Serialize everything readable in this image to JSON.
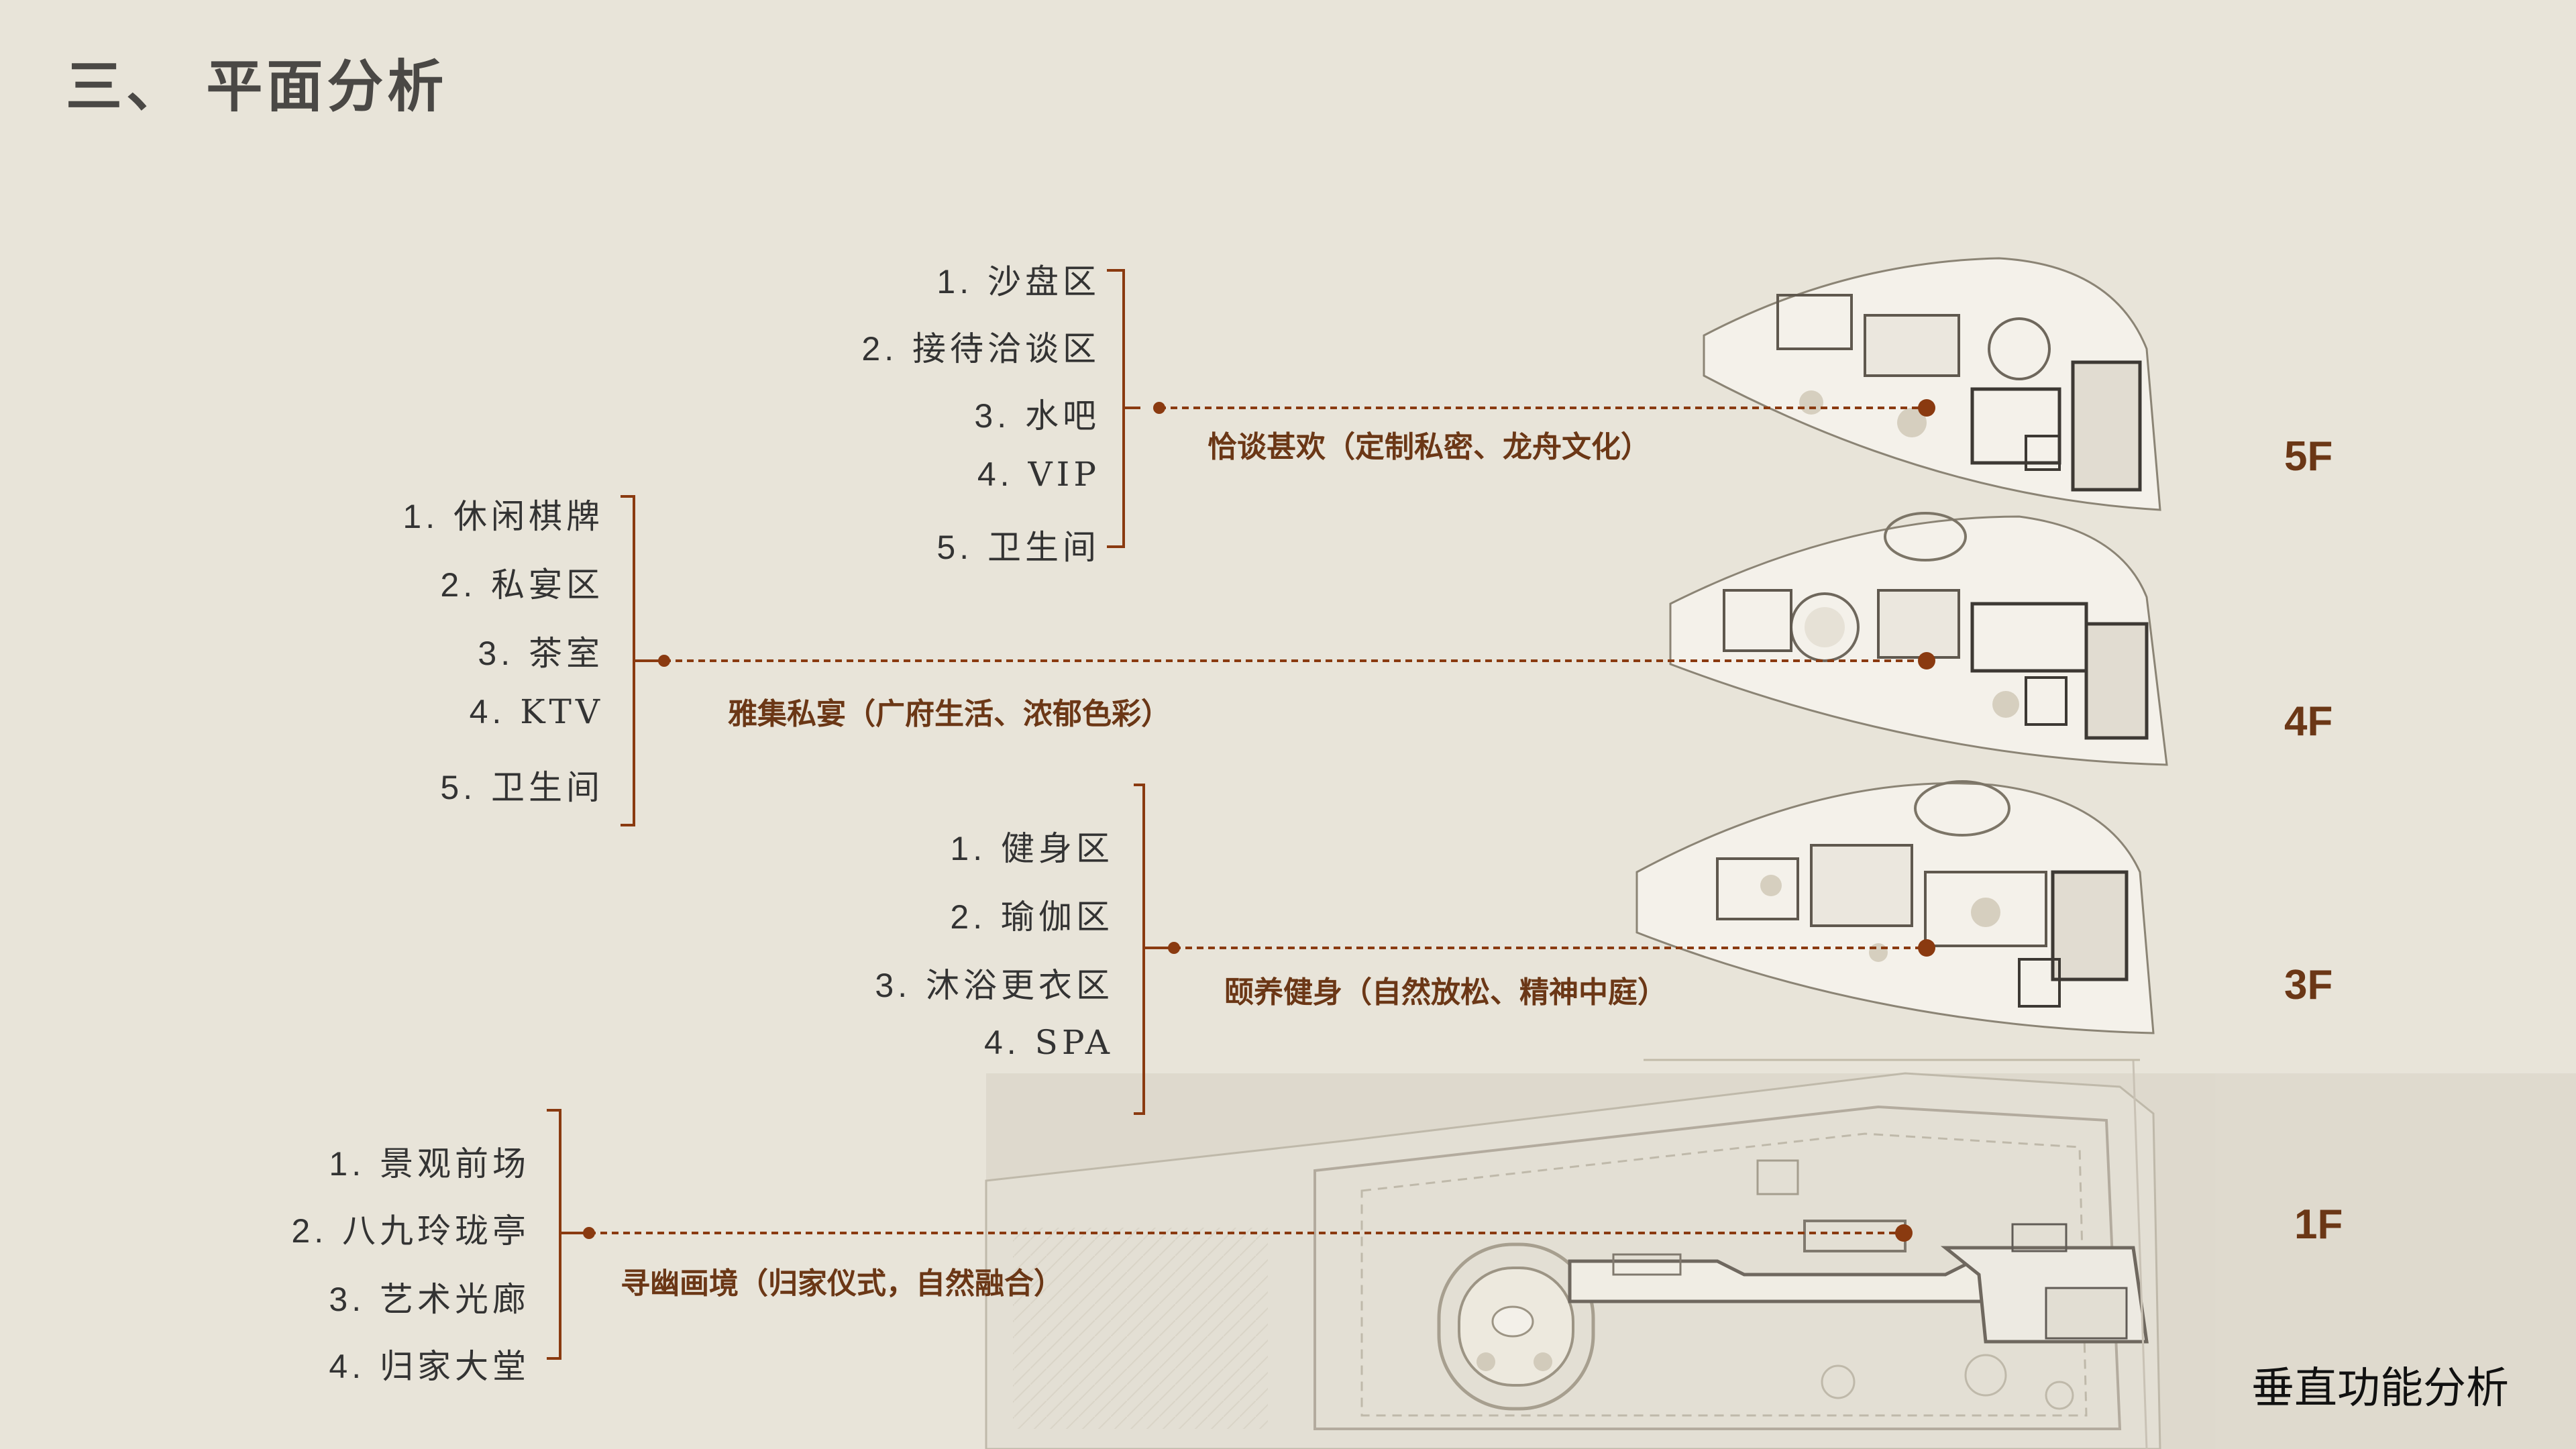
{
  "title": "三、 平面分析",
  "footer": "垂直功能分析",
  "floors": [
    {
      "label": "5F",
      "caption": "恰谈甚欢（定制私密、龙舟文化）",
      "items": [
        {
          "num": "1.",
          "text": "沙盘区"
        },
        {
          "num": "2.",
          "text": "接待洽谈区"
        },
        {
          "num": "3.",
          "text": "水吧"
        },
        {
          "num": "4.",
          "text": "VIP"
        },
        {
          "num": "5.",
          "text": "卫生间"
        }
      ]
    },
    {
      "label": "4F",
      "caption": "雅集私宴（广府生活、浓郁色彩）",
      "items": [
        {
          "num": "1.",
          "text": "休闲棋牌"
        },
        {
          "num": "2.",
          "text": "私宴区"
        },
        {
          "num": "3.",
          "text": "茶室"
        },
        {
          "num": "4.",
          "text": "KTV"
        },
        {
          "num": "5.",
          "text": "卫生间"
        }
      ]
    },
    {
      "label": "3F",
      "caption": "颐养健身（自然放松、精神中庭）",
      "items": [
        {
          "num": "1.",
          "text": "健身区"
        },
        {
          "num": "2.",
          "text": "瑜伽区"
        },
        {
          "num": "3.",
          "text": "沐浴更衣区"
        },
        {
          "num": "4.",
          "text": "SPA"
        }
      ]
    },
    {
      "label": "1F",
      "caption": "寻幽画境（归家仪式，自然融合）",
      "items": [
        {
          "num": "1.",
          "text": "景观前场"
        },
        {
          "num": "2.",
          "text": "八九玲珑亭"
        },
        {
          "num": "3.",
          "text": "艺术光廊"
        },
        {
          "num": "4.",
          "text": "归家大堂"
        }
      ]
    }
  ],
  "colors": {
    "background": "#e8e4d9",
    "accent": "#6b3716",
    "leader": "#8a3a10",
    "text": "#333333"
  }
}
